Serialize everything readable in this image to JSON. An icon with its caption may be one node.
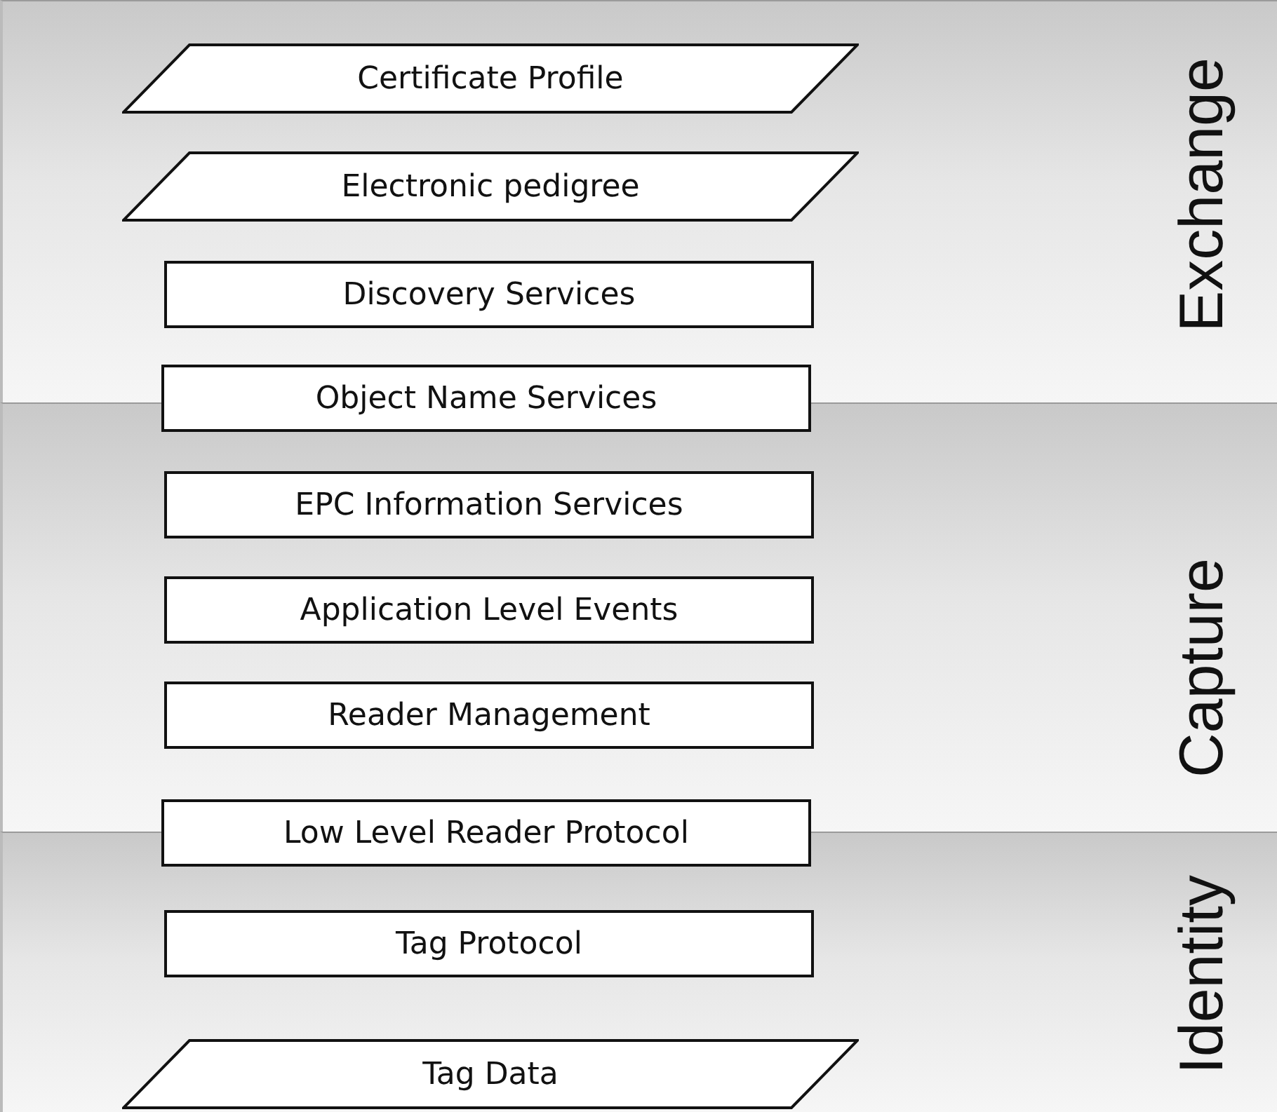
{
  "diagram": {
    "nodes": [
      {
        "text": [
          "Exchange"
        ]
      },
      {
        "text": [
          "Certificate Profile"
        ],
        "in": 0
      },
      {
        "text": [
          "Electronic pedigree"
        ],
        "in": 0
      },
      {
        "text": [
          "Discovery Services"
        ],
        "in": 0
      },
      {
        "text": [
          "Object Name Services"
        ]
      },
      {
        "text": [
          "Capture"
        ]
      },
      {
        "text": [
          "EPC Information Services"
        ],
        "in": 5
      },
      {
        "text": [
          "Application Level Events"
        ],
        "in": 5
      },
      {
        "text": [
          "Reader Management"
        ],
        "in": 5
      },
      {
        "text": [
          "Low Level Reader Protocol"
        ]
      },
      {
        "text": [
          "Identity"
        ]
      },
      {
        "text": [
          "Tag Protocol"
        ],
        "in": 10
      },
      {
        "text": [
          "Tag Data"
        ],
        "in": 10
      }
    ],
    "edges": []
  }
}
